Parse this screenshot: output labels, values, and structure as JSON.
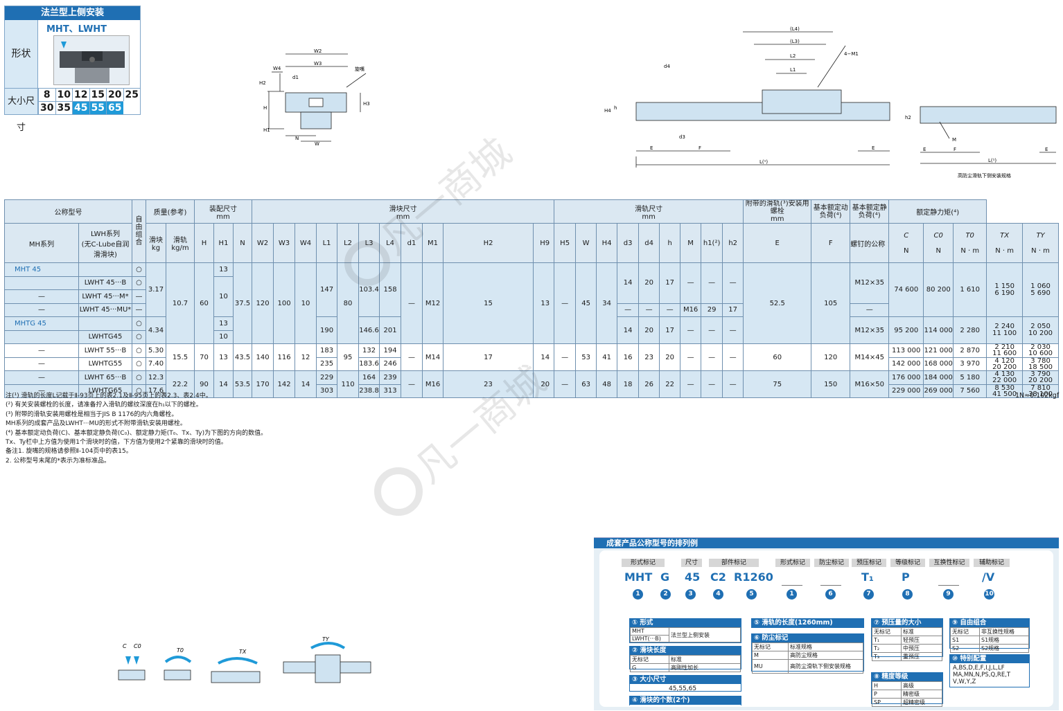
{
  "shape_panel": {
    "title": "法兰型上侧安装",
    "shape_label": "形状",
    "models": "MHT、LWHT",
    "size_label": "大小尺寸",
    "sizes_row1": [
      "8",
      "10",
      "12",
      "15",
      "20",
      "25"
    ],
    "sizes_row2": [
      "30",
      "35",
      "45",
      "55",
      "65"
    ],
    "highlight_sizes": [
      "45",
      "55",
      "65"
    ]
  },
  "front_drawing": {
    "labels": [
      "W2",
      "W3",
      "W4",
      "H2",
      "d1",
      "H",
      "H1",
      "H3",
      "N",
      "W",
      "旋嘴"
    ]
  },
  "side_drawing": {
    "labels": [
      "(L4)",
      "(L3)",
      "L2",
      "L1",
      "4−M1",
      "d4",
      "d3",
      "h",
      "H4",
      "E",
      "F",
      "E",
      "L(¹)"
    ]
  },
  "rail_drawing": {
    "labels": [
      "h2",
      "M",
      "E",
      "F",
      "E",
      "L(¹)"
    ],
    "caption": "高防尘滑轨下侧安装规格"
  },
  "table": {
    "head": {
      "model": "公称型号",
      "self_align": "自由组合",
      "mass": "质量(参考)",
      "mass_block": "滑块",
      "mass_block_unit": "kg",
      "mass_rail": "滑轨",
      "mass_rail_unit": "kg/m",
      "assembly": "装配尺寸",
      "assembly_unit": "mm",
      "block_dims": "滑块尺寸",
      "block_unit": "mm",
      "rail_dims": "滑轨尺寸",
      "rail_unit": "mm",
      "bolt": "附带的滑轨(³)安装用螺栓",
      "bolt_unit": "mm",
      "bolt_sub": "螺钉的公称 × ℓ",
      "dyn": "基本额定动负荷(⁴)",
      "stat": "基本额定静负荷(⁴)",
      "moment": "额定静力矩(⁴)",
      "mh_series": "MH系列",
      "lwh_series": "LWH系列",
      "lwh_sub": "(无C-Lube自润滑滑块)",
      "cols": [
        "H",
        "H1",
        "N",
        "W2",
        "W3",
        "W4",
        "L1",
        "L2",
        "L3",
        "L4",
        "d1",
        "M1",
        "H2",
        "H9",
        "H5",
        "W",
        "H4",
        "d3",
        "d4",
        "h",
        "M",
        "h1(²)",
        "h2",
        "E",
        "F"
      ],
      "C": "C",
      "C_unit": "N",
      "C0": "C0",
      "C0_unit": "N",
      "T0": "T0",
      "TX": "TX",
      "TY": "TY",
      "T_unit": "N · m"
    },
    "rows": {
      "mht45": "MHT  45",
      "lwht45b": "LWHT  45···B",
      "lwht45m": "LWHT  45···M*",
      "lwht45mu": "LWHT  45···MU*",
      "mhtg45": "MHTG 45",
      "lwhtg45": "LWHTG45",
      "lwht55b": "LWHT  55···B",
      "lwhtg55": "LWHTG55",
      "lwht65b": "LWHT  65···B",
      "lwhtg65": "LWHTG65",
      "circle": "○",
      "dash": "—",
      "long_dash": "—"
    },
    "g45": {
      "mass_a": "3.17",
      "mass_b": "4.34",
      "rail_mass": "10.7",
      "H": "60",
      "H1_a": "13",
      "H1_b": "10",
      "H1_c": "13",
      "H1_d": "10",
      "N": "37.5",
      "W2": "120",
      "W3": "100",
      "W4": "10",
      "L1_a": "147",
      "L1_b": "190",
      "L2": "80",
      "L3_a": "103.4",
      "L3_b": "146.6",
      "L4_a": "158",
      "L4_b": "201",
      "M1": "M12",
      "H2": "15",
      "H9": "13",
      "W": "45",
      "H4": "34",
      "d3": "14",
      "d4": "20",
      "h": "17",
      "M": "M16",
      "h1": "29",
      "h2": "17",
      "E": "52.5",
      "F": "105",
      "bolt": "M12×35",
      "C_a": "74 600",
      "C_b": "95 200",
      "C0_a": "80 200",
      "C0_b": "114 000",
      "T0_a": "1 610",
      "T0_b": "2 280",
      "TX_a1": "1 150",
      "TX_a2": "6 190",
      "TX_b1": "2 240",
      "TX_b2": "11 100",
      "TY_a1": "1 060",
      "TY_a2": "5 690",
      "TY_b1": "2 050",
      "TY_b2": "10 200"
    },
    "g55": {
      "mass_a": "5.30",
      "mass_b": "7.40",
      "rail_mass": "15.5",
      "H": "70",
      "H1": "13",
      "N": "43.5",
      "W2": "140",
      "W3": "116",
      "W4": "12",
      "L1_a": "183",
      "L1_b": "235",
      "L2": "95",
      "L3_a": "132",
      "L3_b": "183.6",
      "L4_a": "194",
      "L4_b": "246",
      "M1": "M14",
      "H2": "17",
      "H9": "14",
      "W": "53",
      "H4": "41",
      "d3": "16",
      "d4": "23",
      "h": "20",
      "E": "60",
      "F": "120",
      "bolt": "M14×45",
      "C_a": "113 000",
      "C_b": "142 000",
      "C0_a": "121 000",
      "C0_b": "168 000",
      "T0_a": "2 870",
      "T0_b": "3 970",
      "TX_a1": "2 210",
      "TX_a2": "11 600",
      "TX_b1": "4 120",
      "TX_b2": "20 200",
      "TY_a1": "2 030",
      "TY_a2": "10 600",
      "TY_b1": "3 780",
      "TY_b2": "18 500"
    },
    "g65": {
      "mass_a": "12.3",
      "mass_b": "17.6",
      "rail_mass": "22.2",
      "H": "90",
      "H1": "14",
      "N": "53.5",
      "W2": "170",
      "W3": "142",
      "W4": "14",
      "L1_a": "229",
      "L1_b": "303",
      "L2": "110",
      "L3_a": "164",
      "L3_b": "238.8",
      "L4_a": "239",
      "L4_b": "313",
      "M1": "M16",
      "H2": "23",
      "H9": "20",
      "W": "63",
      "H4": "48",
      "d3": "18",
      "d4": "26",
      "h": "22",
      "E": "75",
      "F": "150",
      "bolt": "M16×50",
      "C_a": "176 000",
      "C_b": "229 000",
      "C0_a": "184 000",
      "C0_b": "269 000",
      "T0_a": "5 180",
      "T0_b": "7 560",
      "TX_a1": "4 130",
      "TX_a2": "22 000",
      "TX_b1": "8 530",
      "TX_b2": "41 500",
      "TY_a1": "3 790",
      "TY_a2": "20 200",
      "TY_b1": "7 810",
      "TY_b2": "38 100"
    }
  },
  "notes": [
    "注(¹)   滑轨的长度L记载于Ⅱ-93页上的表2.1及Ⅱ-95页上的表2.3、表2.4中。",
    "   (²)   有关安装螺栓的长度，请准备拧入滑轨的螺纹深度在h₁以下的螺栓。",
    "   (³)   附带的滑轨安装用螺栓是相当于JIS B 1176的内六角螺栓。",
    "          MH系列的成套产品及LWHT···MU的形式不附带滑轨安装用螺栓。",
    "   (⁴)   基本额定动负荷(C)、基本额定静负荷(C₀)、额定静力矩(T₀、Tx、Ty)为下图的方向的数值。",
    "          Tx、Ty栏中上方值为使用1个滑块时的值，下方值为使用2个紧靠的滑块时的值。",
    "备注1. 旋嘴的规格请参照Ⅱ-104页中的表15。",
    "       2. 公称型号末尾的*表示为准标准品。"
  ],
  "unit_note": "1N≈0.102kgf",
  "load_icons": [
    "C",
    "C0",
    "T0",
    "TX",
    "TY"
  ],
  "order_example": {
    "title": "成套产品公称型号的排列例",
    "labels": [
      "形式标记",
      "尺寸",
      "部件标记",
      "形式标记",
      "防尘标记",
      "预压标记",
      "等级标记",
      "互换性标记",
      "辅助标记"
    ],
    "codes": [
      "MHT",
      "G",
      "45",
      "C2",
      "R1260",
      "",
      "",
      "T₁",
      "P",
      "",
      "/V"
    ],
    "numbers": [
      "1",
      "2",
      "3",
      "4",
      "5",
      "1",
      "6",
      "7",
      "8",
      "9",
      "10"
    ],
    "box1": {
      "title": "① 形式",
      "r1": "MHT",
      "r2": "LWHT(···B)",
      "desc": "法兰型上侧安装"
    },
    "box2": {
      "title": "② 滑块长度",
      "r1a": "无标记",
      "r1b": "标准",
      "r2a": "G",
      "r2b": "高刚性加长"
    },
    "box3": {
      "title": "③ 大小尺寸",
      "val": "45,55,65"
    },
    "box4": {
      "title": "④ 滑块的个数(2个)"
    },
    "box5": {
      "title": "⑤ 滑轨的长度(1260mm)"
    },
    "box6": {
      "title": "⑥ 防尘标记",
      "r1a": "无标记",
      "r1b": "标准规格",
      "r2a": "M",
      "r2b": "高防尘规格",
      "r3a": "MU",
      "r3b": "高防尘滑轨下侧安装规格"
    },
    "box7": {
      "title": "⑦ 预压量的大小",
      "r1a": "无标记",
      "r1b": "标准",
      "r2a": "T₁",
      "r2b": "轻预压",
      "r3a": "T₂",
      "r3b": "中预压",
      "r4a": "T₃",
      "r4b": "重预压"
    },
    "box8": {
      "title": "⑧ 精度等级",
      "r1a": "H",
      "r1b": "高级",
      "r2a": "P",
      "r2b": "精密级",
      "r3a": "SP",
      "r3b": "超精密级"
    },
    "box9": {
      "title": "⑨ 自由组合",
      "r1a": "无标记",
      "r1b": "非互换性规格",
      "r2a": "S1",
      "r2b": "S1规格",
      "r3a": "S2",
      "r3b": "S2规格"
    },
    "box10": {
      "title": "⑩ 特别配置",
      "val": "A,BS,D,E,F,I,J,L,LF MA,MN,N,PS,Q,RE,T V,W,Y,Z"
    }
  },
  "watermark": "凡一商城"
}
